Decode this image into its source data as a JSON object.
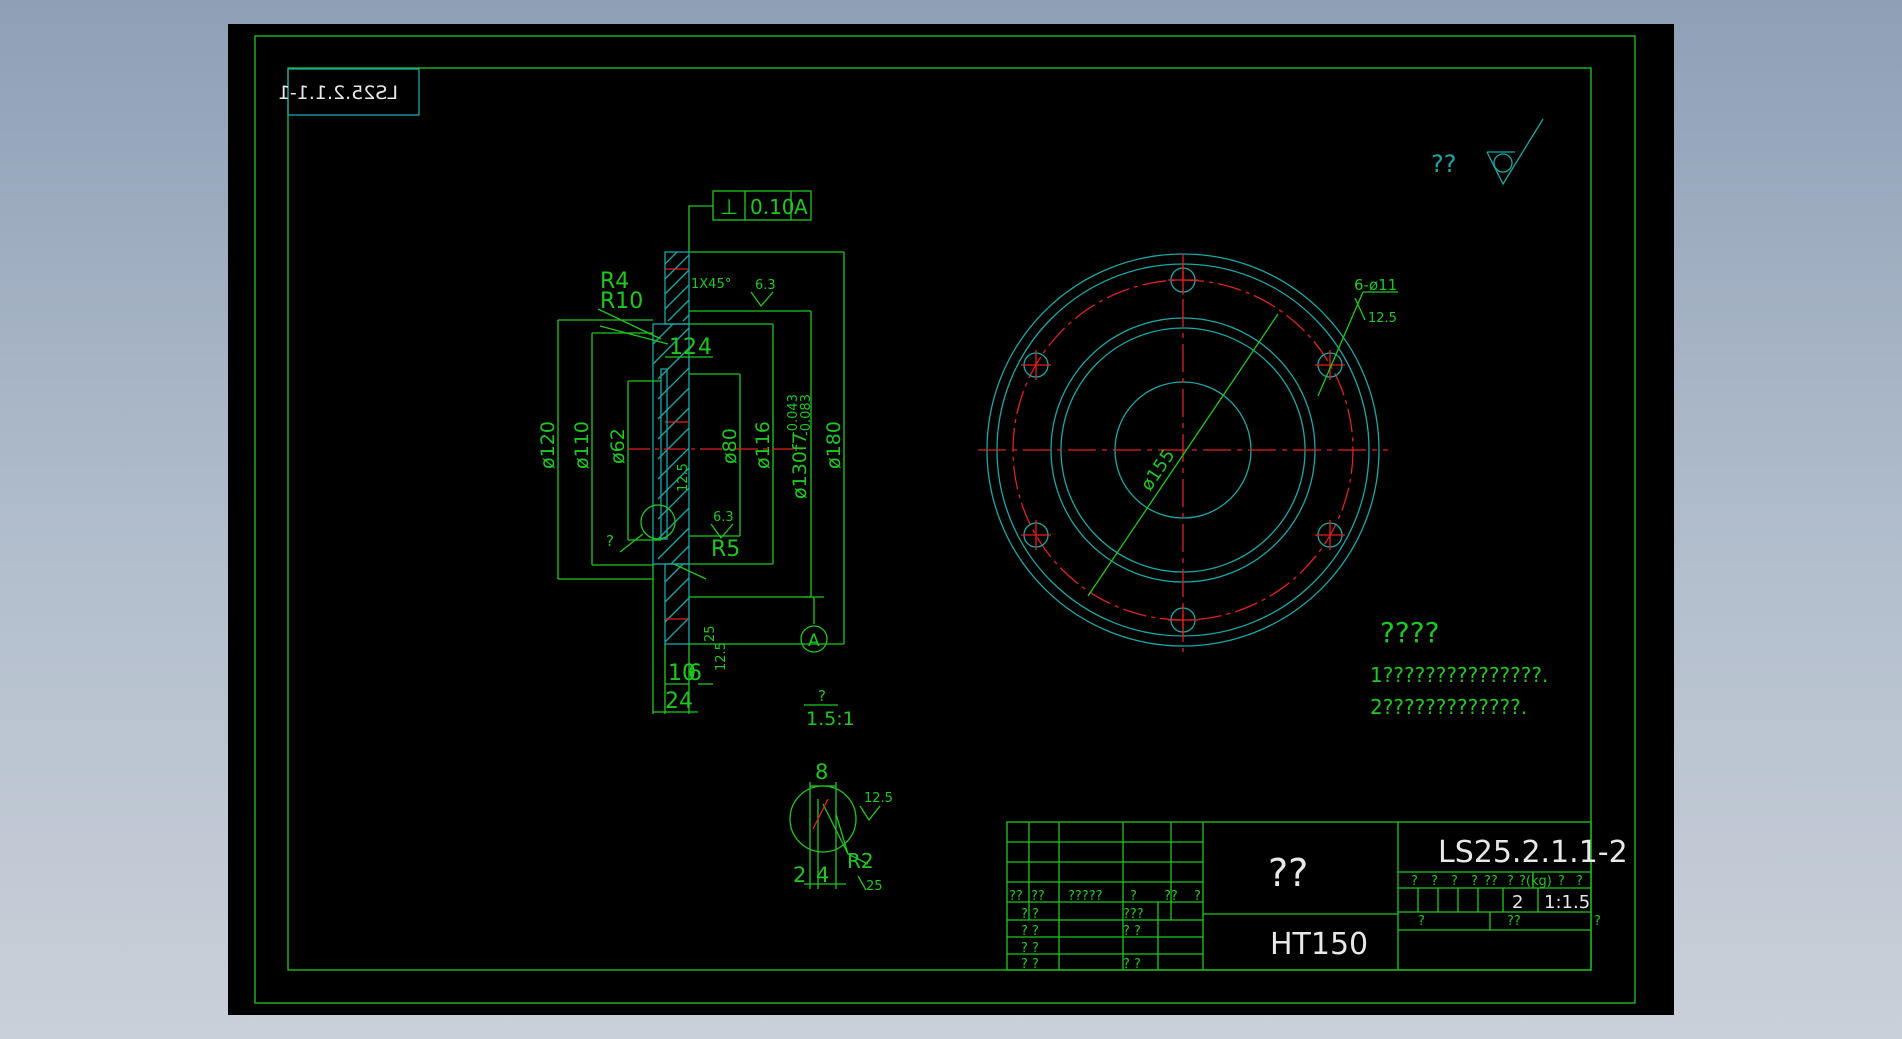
{
  "drawing": {
    "stamp_mirrored": "LS25.2.1.1-1",
    "roughness_note": "??",
    "gdt": {
      "symbol": "⊥",
      "tolerance": "0.10",
      "datum": "A"
    },
    "section_view": {
      "chamfer": "1X45°",
      "rough_63_a": "6.3",
      "rough_63_b": "6.3",
      "rough_125_a": "12.5",
      "rough_125_b": "12.5",
      "rough_25": "25",
      "r4": "R4",
      "r10": "R10",
      "r5": "R5",
      "d12": "12",
      "d4": "4",
      "d10": "10",
      "d6": "6",
      "d24": "24",
      "q": "?",
      "dia120": "ø120",
      "dia110": "ø110",
      "dia62": "ø62",
      "dia80": "ø80",
      "dia116": "ø116",
      "dia130": "ø130f7",
      "tol_upper": "-0.043",
      "tol_lower": "-0.083",
      "dia180": "ø180",
      "datum_a": "A"
    },
    "plan_view": {
      "holes_label": "6-ø11",
      "holes_rough": "12.5",
      "dia155": "ø155"
    },
    "detail": {
      "title_q": "?",
      "scale": "1.5:1",
      "d8": "8",
      "rough_125": "12.5",
      "r2": "R2",
      "d2": "2",
      "d4": "4",
      "rough_25": "25"
    },
    "notes": {
      "title": "????",
      "line1": "1???????????????.",
      "line2": "2?????????????."
    },
    "title_block": {
      "drawing_no": "LS25.2.1.1-2",
      "part_name": "??",
      "material": "HT150",
      "row_header": [
        "??",
        "??",
        "?????",
        "?",
        "??",
        "?"
      ],
      "row2_left": "? ?",
      "row2_mid": "???",
      "row3_left": "? ?",
      "row3_mid": "? ?",
      "row4_left": "? ?",
      "row5_left": "? ?",
      "row5_mid": "? ?",
      "stage_labels": [
        "?",
        "?",
        "?",
        "?",
        "??",
        "?",
        "?(kg)",
        "?",
        "?"
      ],
      "weight": "2",
      "scale": "1:1.5",
      "sheet_left": "?",
      "sheet_mid": "??",
      "sheet_right": "?"
    }
  }
}
